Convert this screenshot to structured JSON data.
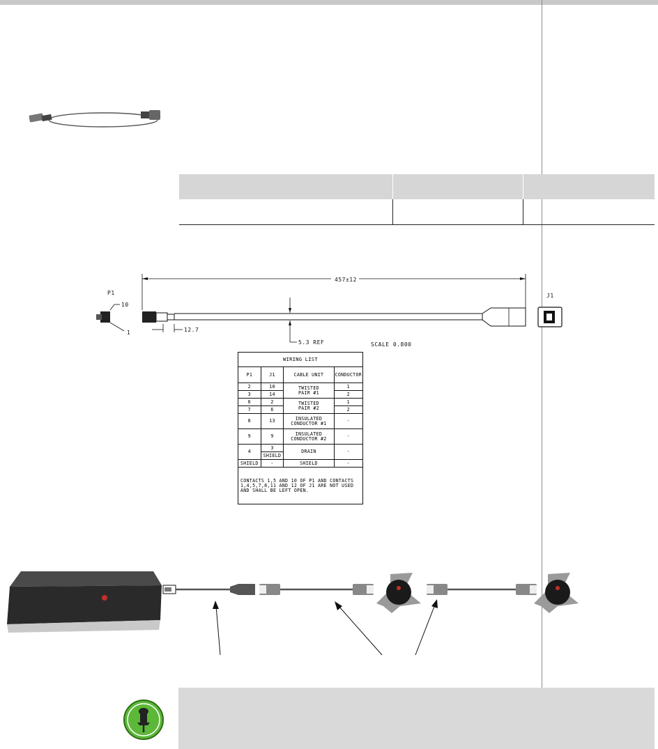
{
  "spec_table": {
    "header": [
      "",
      "",
      ""
    ],
    "row": [
      "",
      "",
      ""
    ]
  },
  "drawing": {
    "p1_label": "P1",
    "j1_label": "J1",
    "pin_top": "10",
    "pin_bottom": "1",
    "length_dim": "457±12",
    "stub_dim": "12.7",
    "diameter_dim": "5.3 REF",
    "scale": "SCALE  0.800"
  },
  "wiring_list": {
    "title": "WIRING LIST",
    "columns": [
      "P1",
      "J1",
      "CABLE UNIT",
      "CONDUCTOR"
    ],
    "rows": [
      {
        "p1": "2",
        "j1": "10",
        "unit": "TWISTED",
        "conductor": "1"
      },
      {
        "p1": "3",
        "j1": "14",
        "unit": "PAIR #1",
        "conductor": "2"
      },
      {
        "p1": "6",
        "j1": "2",
        "unit": "TWISTED",
        "conductor": "1"
      },
      {
        "p1": "7",
        "j1": "6",
        "unit": "PAIR #2",
        "conductor": "2"
      },
      {
        "p1": "8",
        "j1": "13",
        "unit": "INSULATED CONDUCTOR #1",
        "conductor": "-"
      },
      {
        "p1": "9",
        "j1": "9",
        "unit": "INSULATED CONDUCTOR #2",
        "conductor": "-"
      },
      {
        "p1": "4",
        "j1": "3",
        "j1b": "SHIELD",
        "unit": "DRAIN",
        "conductor": "-"
      },
      {
        "p1": "SHIELD",
        "j1": "-",
        "unit": "SHIELD",
        "conductor": "-"
      }
    ],
    "notes": "CONTACTS 1,5 AND 10 OF P1 AND CONTACTS 1,4,5,7,8,11 AND 12 OF J1 ARE NOT USED AND SHALL BE LEFT OPEN."
  },
  "icons": {
    "cable_thumbnail": "cable-icon",
    "codec": "codec-unit-icon",
    "mic_pod": "microphone-pod-icon",
    "note": "pushpin-note-icon"
  },
  "note_box": {
    "text": ""
  },
  "colors": {
    "note_bg": "#d9d9d9",
    "note_icon": "#5cb838",
    "table_header": "#d6d6d6"
  }
}
